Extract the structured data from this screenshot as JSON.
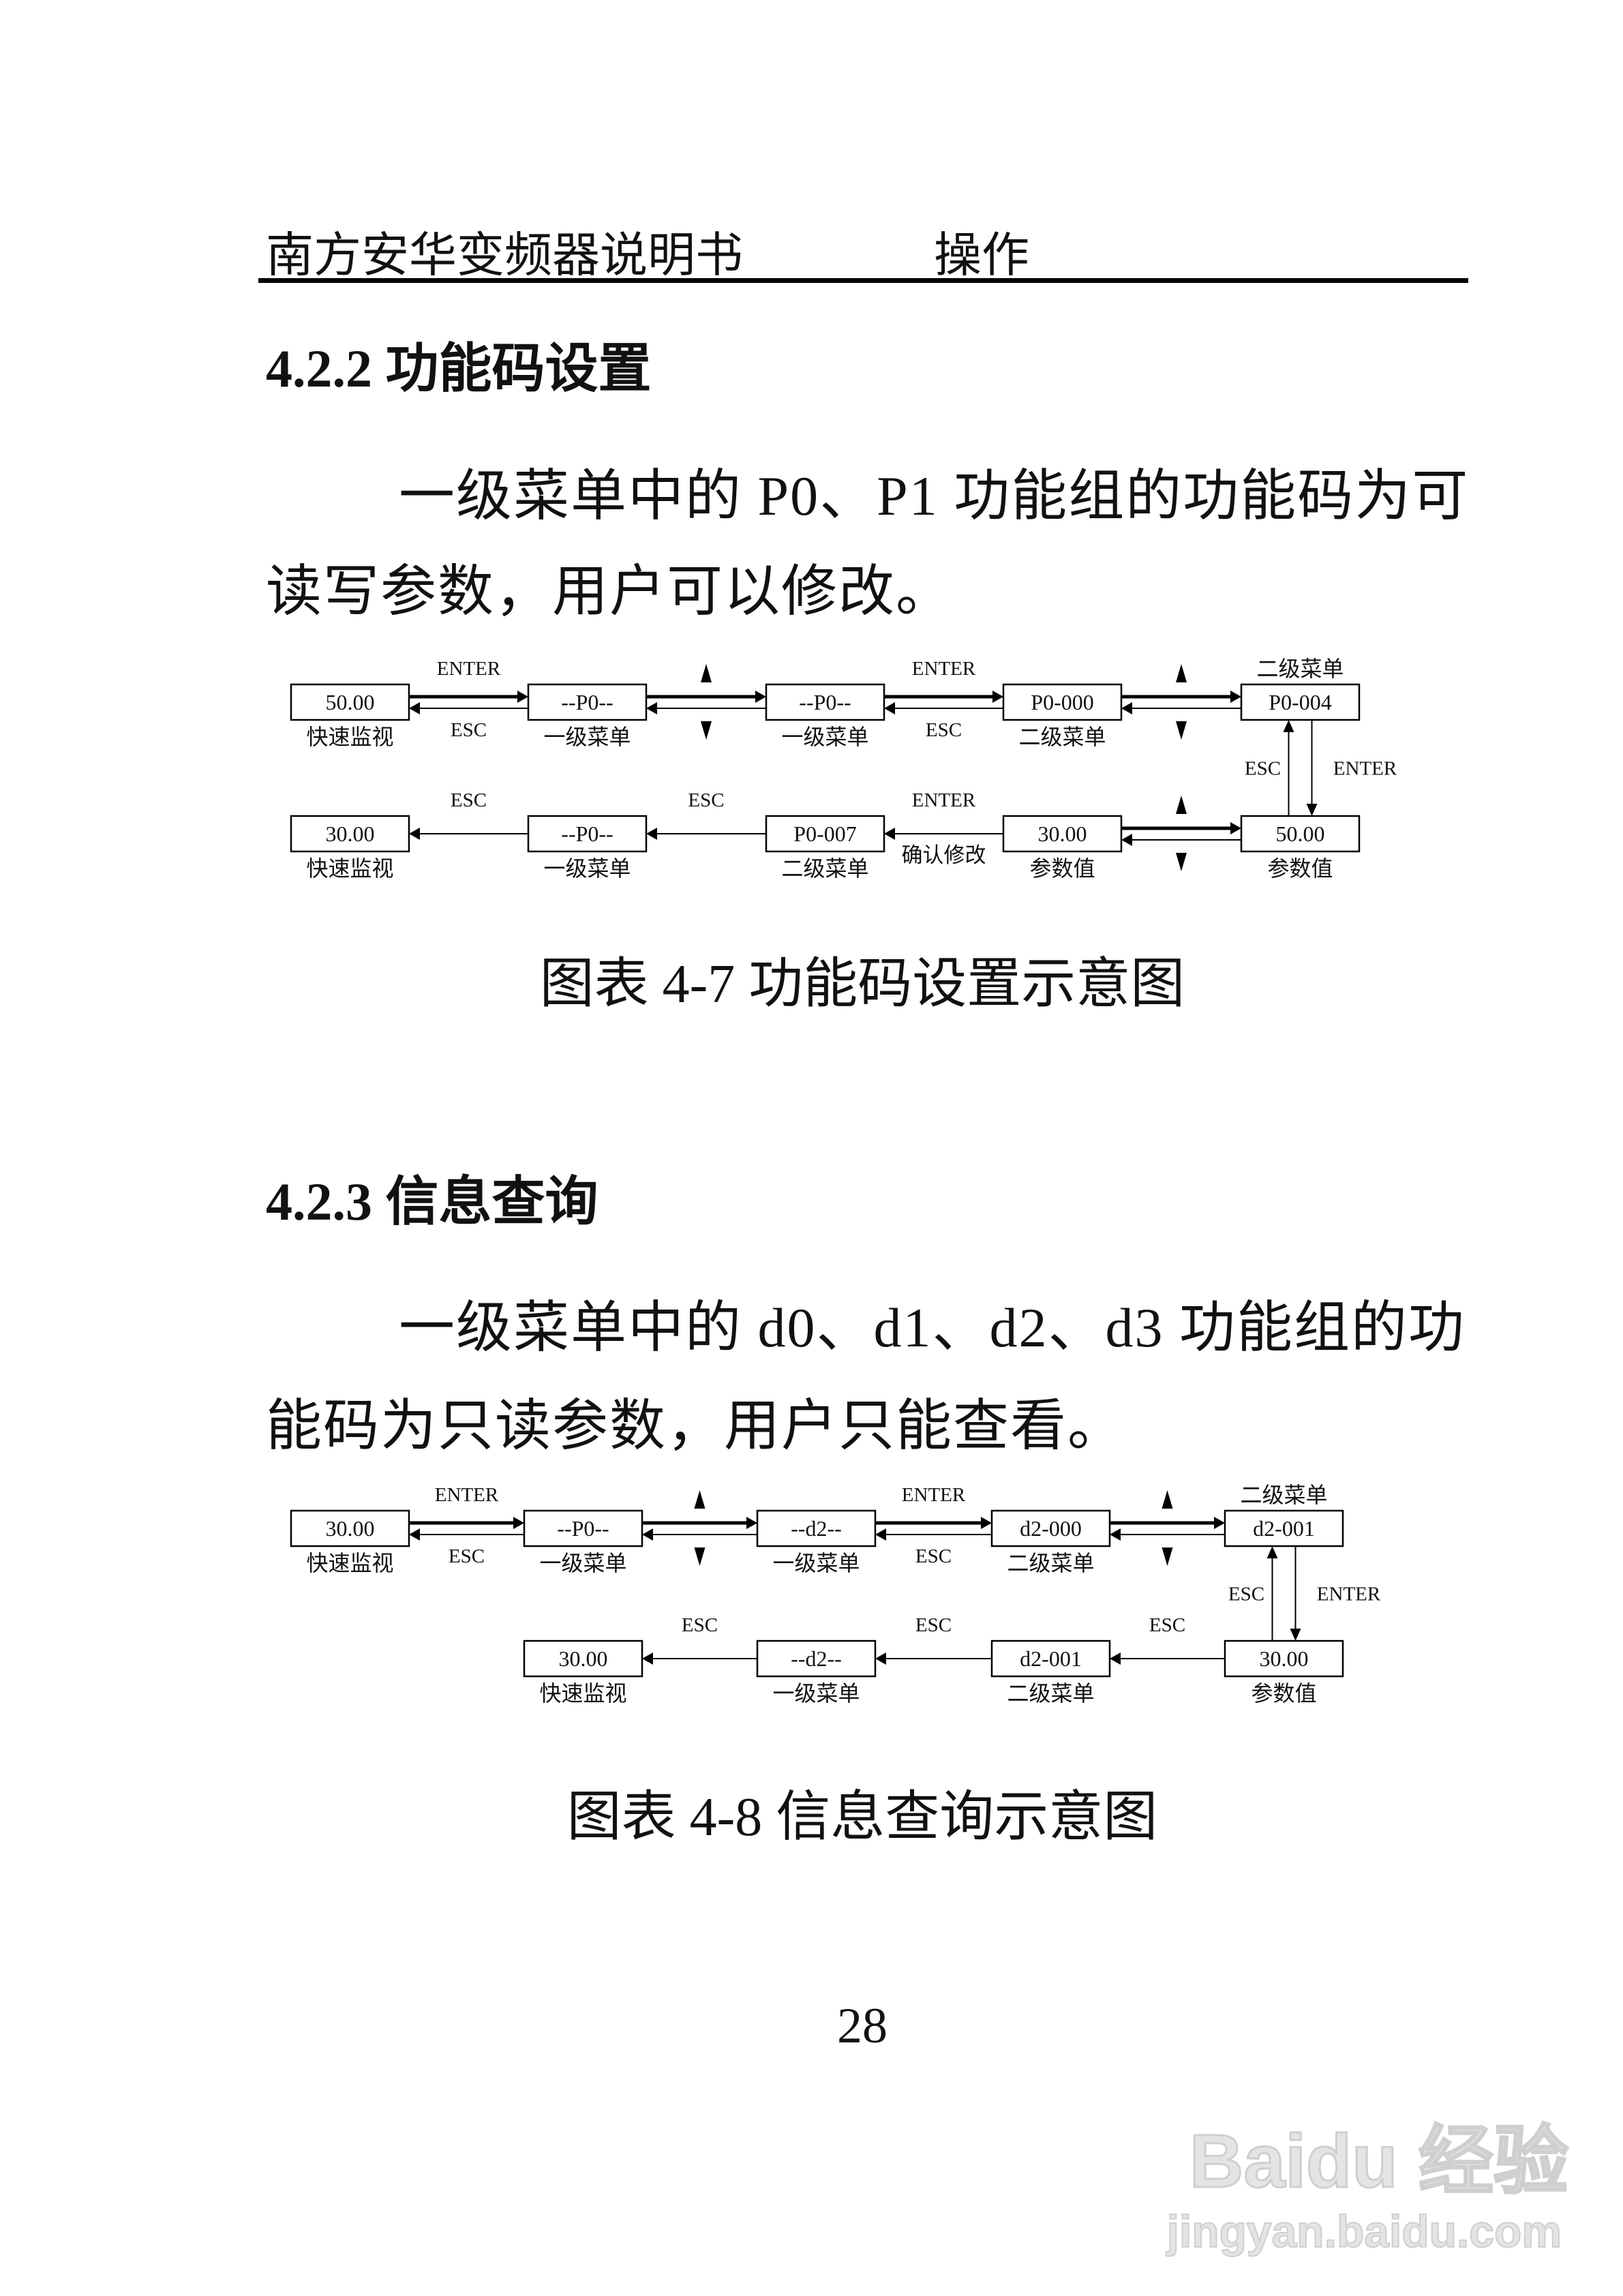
{
  "header": {
    "book_title": "南方安华变频器说明书",
    "chapter": "操作"
  },
  "sections": [
    {
      "heading": "4.2.2 功能码设置",
      "paragraph_lines": [
        "一级菜单中的 P0、P1 功能组的功能码为可",
        "读写参数，用户可以修改。"
      ],
      "caption": "图表 4-7 功能码设置示意图",
      "diagram": {
        "nodes": [
          {
            "display": "50.00",
            "label": "快速监视",
            "row": 0,
            "col": 0
          },
          {
            "display": "--P0--",
            "label": "一级菜单",
            "row": 0,
            "col": 1
          },
          {
            "display": "--P0--",
            "label": "一级菜单",
            "row": 0,
            "col": 2
          },
          {
            "display": "P0-000",
            "label": "二级菜单",
            "row": 0,
            "col": 3
          },
          {
            "display": "P0-004",
            "label": "二级菜单",
            "label_above": true,
            "row": 0,
            "col": 4
          },
          {
            "display": "30.00",
            "label": "快速监视",
            "row": 1,
            "col": 0
          },
          {
            "display": "--P0--",
            "label": "一级菜单",
            "row": 1,
            "col": 1
          },
          {
            "display": "P0-007",
            "label": "二级菜单",
            "row": 1,
            "col": 2
          },
          {
            "display": "30.00",
            "label": "参数值",
            "row": 1,
            "col": 3
          },
          {
            "display": "50.00",
            "label": "参数值",
            "row": 1,
            "col": 4
          }
        ],
        "edges": [
          {
            "from": 0,
            "to": 1,
            "kind": "double",
            "forward_key": "ENTER",
            "back_key": "ESC"
          },
          {
            "from": 1,
            "to": 2,
            "kind": "double",
            "keys": "up-down"
          },
          {
            "from": 2,
            "to": 3,
            "kind": "double",
            "forward_key": "ENTER",
            "back_key": "ESC"
          },
          {
            "from": 3,
            "to": 4,
            "kind": "double",
            "keys": "up-down"
          },
          {
            "from": 4,
            "to": 9,
            "kind": "vertical",
            "up_key": "ESC",
            "down_key": "ENTER"
          },
          {
            "from": 8,
            "to": 9,
            "kind": "double",
            "keys": "up-down"
          },
          {
            "from": 8,
            "to": 7,
            "kind": "single",
            "key": "ENTER",
            "note": "确认修改"
          },
          {
            "from": 7,
            "to": 6,
            "kind": "single",
            "key": "ESC"
          },
          {
            "from": 6,
            "to": 5,
            "kind": "single",
            "key": "ESC"
          }
        ]
      }
    },
    {
      "heading": "4.2.3 信息查询",
      "paragraph_lines": [
        "一级菜单中的 d0、d1、d2、d3 功能组的功",
        "能码为只读参数，用户只能查看。"
      ],
      "caption": "图表 4-8 信息查询示意图",
      "diagram": {
        "nodes": [
          {
            "display": "30.00",
            "label": "快速监视",
            "row": 0,
            "col": 0
          },
          {
            "display": "--P0--",
            "label": "一级菜单",
            "row": 0,
            "col": 1
          },
          {
            "display": "--d2--",
            "label": "一级菜单",
            "row": 0,
            "col": 2
          },
          {
            "display": "d2-000",
            "label": "二级菜单",
            "row": 0,
            "col": 3
          },
          {
            "display": "d2-001",
            "label": "二级菜单",
            "label_above": true,
            "row": 0,
            "col": 4
          },
          {
            "display": "30.00",
            "label": "快速监视",
            "row": 1,
            "col": 1
          },
          {
            "display": "--d2--",
            "label": "一级菜单",
            "row": 1,
            "col": 2
          },
          {
            "display": "d2-001",
            "label": "二级菜单",
            "row": 1,
            "col": 3
          },
          {
            "display": "30.00",
            "label": "参数值",
            "row": 1,
            "col": 4
          }
        ],
        "edges": [
          {
            "from": 0,
            "to": 1,
            "kind": "double",
            "forward_key": "ENTER",
            "back_key": "ESC"
          },
          {
            "from": 1,
            "to": 2,
            "kind": "double",
            "keys": "up-down"
          },
          {
            "from": 2,
            "to": 3,
            "kind": "double",
            "forward_key": "ENTER",
            "back_key": "ESC"
          },
          {
            "from": 3,
            "to": 4,
            "kind": "double",
            "keys": "up-down"
          },
          {
            "from": 4,
            "to": 8,
            "kind": "vertical",
            "up_key": "ESC",
            "down_key": "ENTER"
          },
          {
            "from": 8,
            "to": 7,
            "kind": "single",
            "key": "ESC"
          },
          {
            "from": 7,
            "to": 6,
            "kind": "single",
            "key": "ESC"
          },
          {
            "from": 6,
            "to": 5,
            "kind": "single",
            "key": "ESC"
          }
        ]
      }
    }
  ],
  "page_number": "28",
  "watermark": {
    "brand": "Baidu 经验",
    "url": "jingyan.baidu.com"
  }
}
